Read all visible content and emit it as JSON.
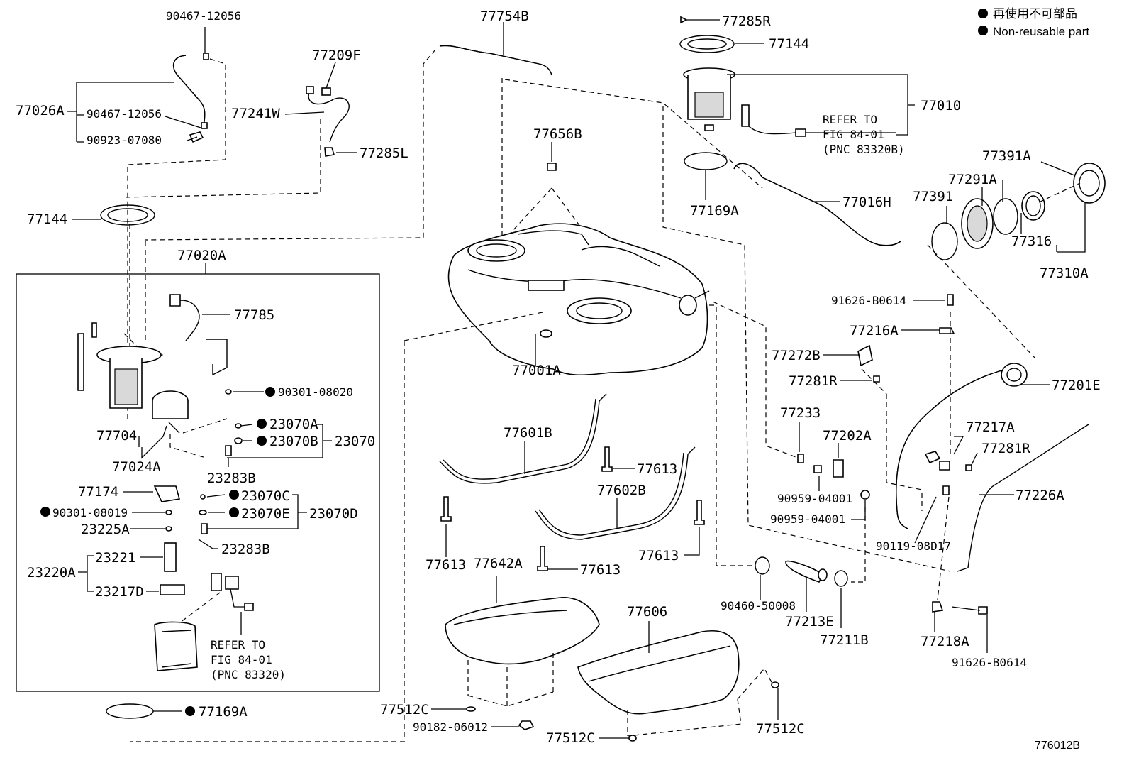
{
  "legend": {
    "line1": "再使用不可部品",
    "line2": "Non-reusable part"
  },
  "figure_number": "776012B",
  "labels": {
    "p90467_12056_top": "90467-12056",
    "p77026A": "77026A",
    "p90467_12056_mid": "90467-12056",
    "p90923_07080": "90923-07080",
    "p77209F": "77209F",
    "p77241W": "77241W",
    "p77285L": "77285L",
    "p77754B": "77754B",
    "p77285R": "77285R",
    "p77144_top": "77144",
    "p77010": "77010",
    "p77656B": "77656B",
    "p77169A_top": "77169A",
    "p77016H": "77016H",
    "p77391A": "77391A",
    "p77291A": "77291A",
    "p77391": "77391",
    "p77316": "77316",
    "p77310A": "77310A",
    "p77144_left": "77144",
    "p77020A": "77020A",
    "p77785": "77785",
    "p90301_08020": "90301-08020",
    "p23070A": "23070A",
    "p23070B": "23070B",
    "p23070": "23070",
    "p77704": "77704",
    "p77024A": "77024A",
    "p23283B_a": "23283B",
    "p77174": "77174",
    "p23070C": "23070C",
    "p90301_08019": "90301-08019",
    "p23070E": "23070E",
    "p23070D": "23070D",
    "p23225A": "23225A",
    "p23283B_b": "23283B",
    "p23221": "23221",
    "p23220A": "23220A",
    "p23217D": "23217D",
    "p77169A_bottom": "77169A",
    "p77001A": "77001A",
    "p91626_B0614_a": "91626-B0614",
    "p77216A": "77216A",
    "p77272B": "77272B",
    "p77281R_a": "77281R",
    "p77201E": "77201E",
    "p77233": "77233",
    "p77202A": "77202A",
    "p77217A": "77217A",
    "p77281R_b": "77281R",
    "p77601B": "77601B",
    "p77613_a": "77613",
    "p77602B": "77602B",
    "p77226A": "77226A",
    "p90959_04001_a": "90959-04001",
    "p90959_04001_b": "90959-04001",
    "p90119_08D17": "90119-08D17",
    "p77613_b": "77613",
    "p77642A": "77642A",
    "p77613_c": "77613",
    "p77613_d": "77613",
    "p90460_50008": "90460-50008",
    "p77213E": "77213E",
    "p77211B": "77211B",
    "p77218A": "77218A",
    "p91626_B0614_b": "91626-B0614",
    "p77606": "77606",
    "p77512C_a": "77512C",
    "p90182_06012": "90182-06012",
    "p77512C_b": "77512C",
    "p77512C_c": "77512C"
  },
  "refer_notes": [
    {
      "line1": "REFER TO",
      "line2": "FIG 84-01",
      "line3": "(PNC 83320B)"
    },
    {
      "line1": "REFER TO",
      "line2": "FIG 84-01",
      "line3": "(PNC 83320)"
    }
  ]
}
